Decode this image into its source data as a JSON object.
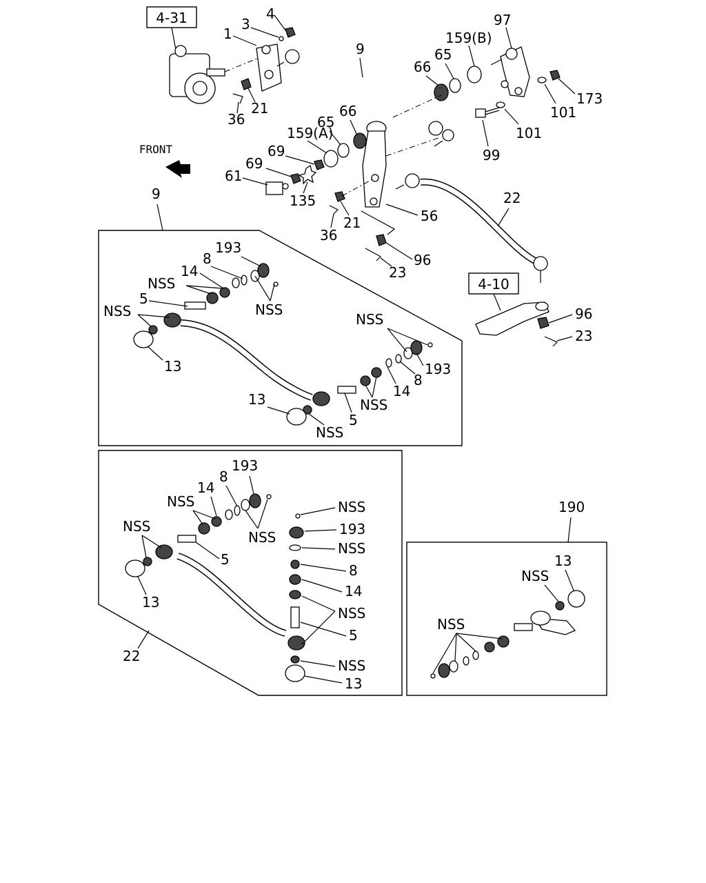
{
  "references": {
    "steering_gear": "4-31",
    "knuckle_arm": "4-10"
  },
  "direction": {
    "front": "FRONT"
  },
  "callouts": {
    "n1": "1",
    "n3": "3",
    "n4": "4",
    "n9": "9",
    "n9b": "9",
    "n159b": "159(B)",
    "n97": "97",
    "n65a": "65",
    "n66a": "66",
    "n173": "173",
    "n101a": "101",
    "n101b": "101",
    "n99": "99",
    "n21a": "21",
    "n36a": "36",
    "n159a": "159(A)",
    "n65b": "65",
    "n66b": "66",
    "n69a": "69",
    "n69b": "69",
    "n61": "61",
    "n135": "135",
    "n21b": "21",
    "n36b": "36",
    "n56": "56",
    "n22a": "22",
    "n96a": "96",
    "n23a": "23",
    "n96b": "96",
    "n23b": "23",
    "n190": "190",
    "n22b": "22"
  },
  "drag_link_detail": {
    "labels": [
      "193",
      "8",
      "14",
      "NSS",
      "5",
      "NSS",
      "NSS",
      "13",
      "NSS",
      "193",
      "8",
      "14",
      "NSS",
      "5",
      "13",
      "NSS"
    ]
  },
  "tie_rod_detail": {
    "labels": [
      "193",
      "8",
      "14",
      "NSS",
      "NSS",
      "NSS",
      "5",
      "13",
      "NSS",
      "193",
      "NSS",
      "8",
      "14",
      "NSS",
      "5",
      "NSS",
      "13",
      "22"
    ]
  },
  "end_detail": {
    "labels": [
      "13",
      "NSS",
      "NSS"
    ]
  }
}
